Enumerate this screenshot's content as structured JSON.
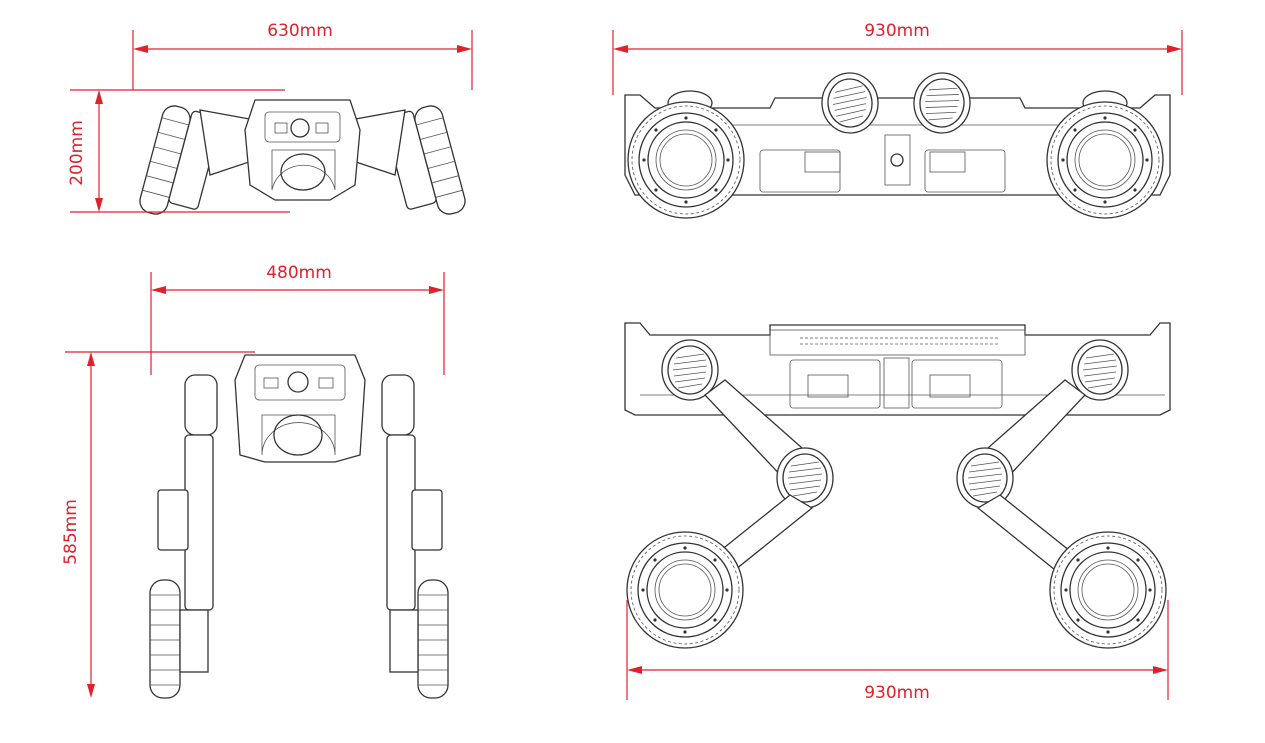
{
  "accent_color": "#e0202a",
  "dimensions": {
    "front_width": "630mm",
    "front_height": "200mm",
    "top_length": "930mm",
    "stand_width": "480mm",
    "stand_height": "585mm",
    "bottom_length": "930mm"
  },
  "views": [
    "front-view-crouched",
    "side-view-crouched",
    "front-view-standing",
    "side-view-standing"
  ]
}
